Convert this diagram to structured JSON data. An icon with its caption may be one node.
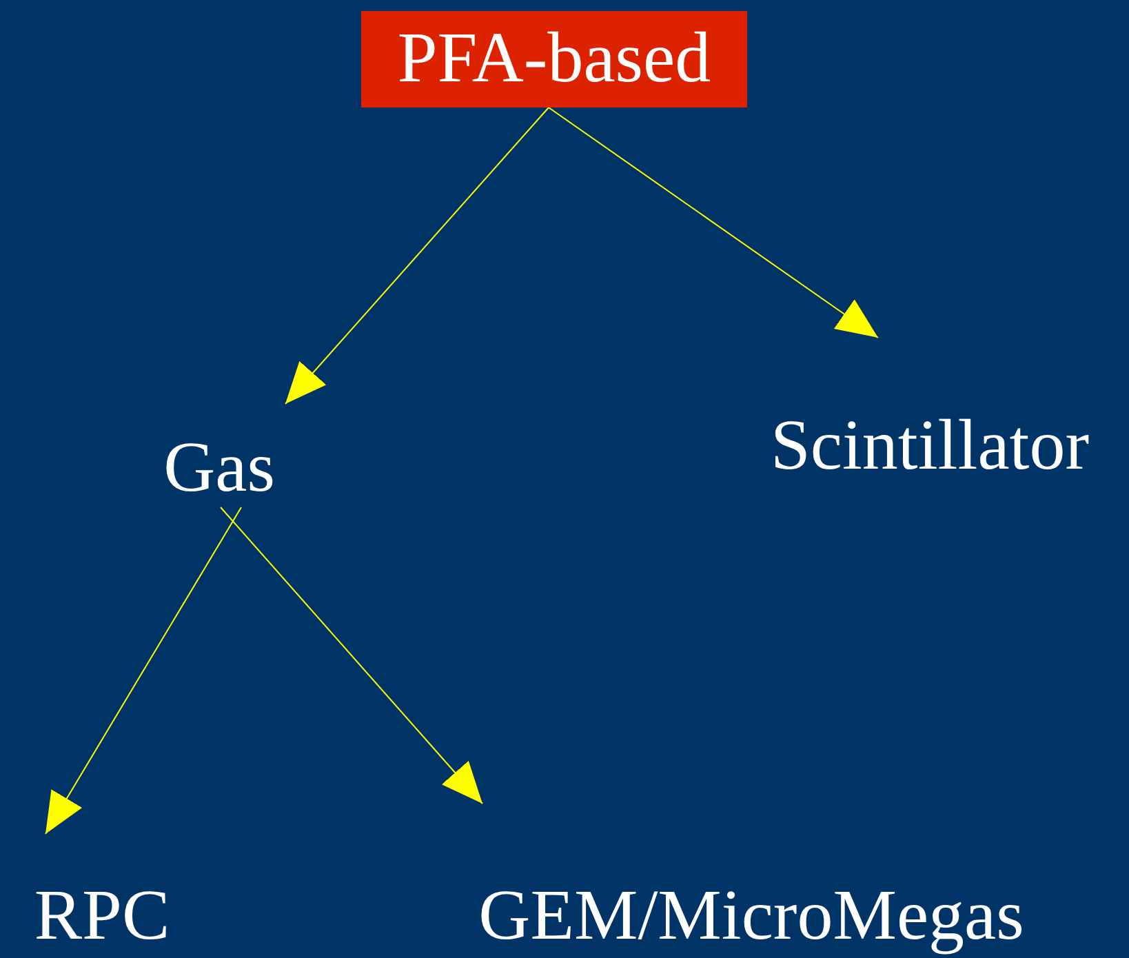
{
  "diagram": {
    "nodes": [
      {
        "text": [
          "PFA-based"
        ]
      },
      {
        "text": [
          "Gas"
        ]
      },
      {
        "text": [
          "Scintillator"
        ]
      },
      {
        "text": [
          "RPC"
        ]
      },
      {
        "text": [
          "GEM/MicroMegas"
        ]
      }
    ],
    "edges": [
      {
        "from": 0,
        "to": 1,
        "arrow": "to"
      },
      {
        "from": 0,
        "to": 2,
        "arrow": "to"
      },
      {
        "from": 1,
        "to": 3,
        "arrow": "to"
      },
      {
        "from": 1,
        "to": 4,
        "arrow": "to"
      }
    ]
  }
}
